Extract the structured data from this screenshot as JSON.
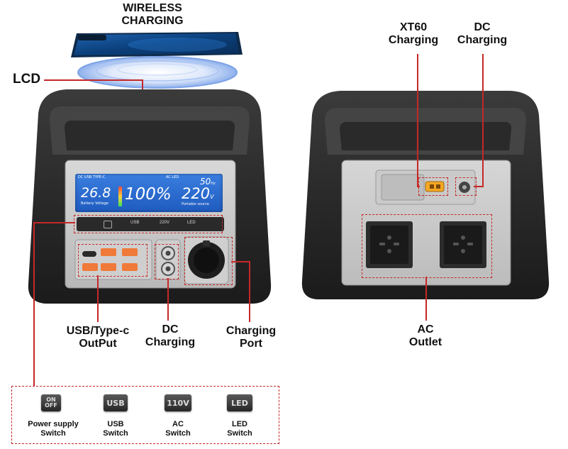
{
  "callouts": {
    "wireless": "WIRELESS\nCHARGING",
    "lcd": "LCD",
    "usb_typec": "USB/Type-c\nOutPut",
    "dc_front": "DC\nCharging",
    "charging_port": "Charging\nPort",
    "xt60": "XT60\nCharging",
    "dc_back": "DC\nCharging",
    "ac_outlet": "AC\nOutlet"
  },
  "lcd_display": {
    "voltage": "26.8",
    "voltage_label": "Battery Voltage",
    "battery_percent": "100%",
    "ac_voltage": "220",
    "ac_unit": "V",
    "ac_label": "Portable source",
    "frequency": "50",
    "frequency_unit": "Hz",
    "top_left_icons": "DC USB TYPE-C",
    "top_right_icons": "AC LED"
  },
  "front_buttons": [
    "USB",
    "220V",
    "LED"
  ],
  "switches": [
    {
      "icon": "ON\nOFF",
      "label": "Power supply\nSwitch"
    },
    {
      "icon": "USB",
      "label": "USB\nSwitch"
    },
    {
      "icon": "110V",
      "label": "AC\nSwitch"
    },
    {
      "icon": "LED",
      "label": "LED\nSwitch"
    }
  ],
  "colors": {
    "accent_red": "#c62828",
    "lcd_blue": "#2f6fd0",
    "usb_orange": "#f07a3a",
    "typec_port": "#2a2a2a",
    "xt60_orange": "#f5a623"
  }
}
